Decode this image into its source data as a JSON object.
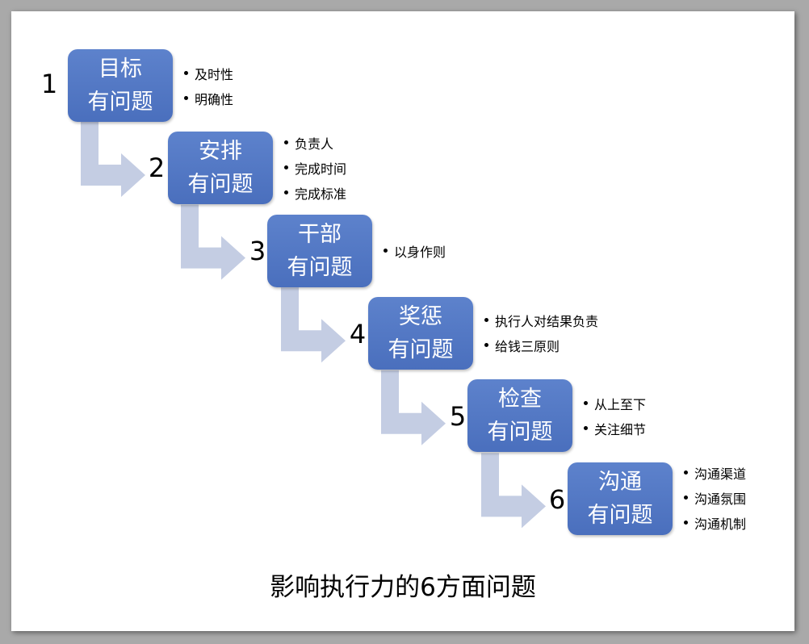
{
  "steps": [
    {
      "number": "1",
      "title_line1": "目标",
      "title_line2": "有问题",
      "bullets": [
        "及时性",
        "明确性"
      ]
    },
    {
      "number": "2",
      "title_line1": "安排",
      "title_line2": "有问题",
      "bullets": [
        "负责人",
        "完成时间",
        "完成标准"
      ]
    },
    {
      "number": "3",
      "title_line1": "干部",
      "title_line2": "有问题",
      "bullets": [
        "以身作则"
      ]
    },
    {
      "number": "4",
      "title_line1": "奖惩",
      "title_line2": "有问题",
      "bullets": [
        "执行人对结果负责",
        "给钱三原则"
      ]
    },
    {
      "number": "5",
      "title_line1": "检查",
      "title_line2": "有问题",
      "bullets": [
        "从上至下",
        "关注细节"
      ]
    },
    {
      "number": "6",
      "title_line1": "沟通",
      "title_line2": "有问题",
      "bullets": [
        "沟通渠道",
        "沟通氛围",
        "沟通机制"
      ]
    }
  ],
  "caption": "影响执行力的6方面问题",
  "colors": {
    "box": "#4a6fbd",
    "arrow": "#c4cde3",
    "frame": "#ffffff",
    "border": "#a9a9a9"
  }
}
